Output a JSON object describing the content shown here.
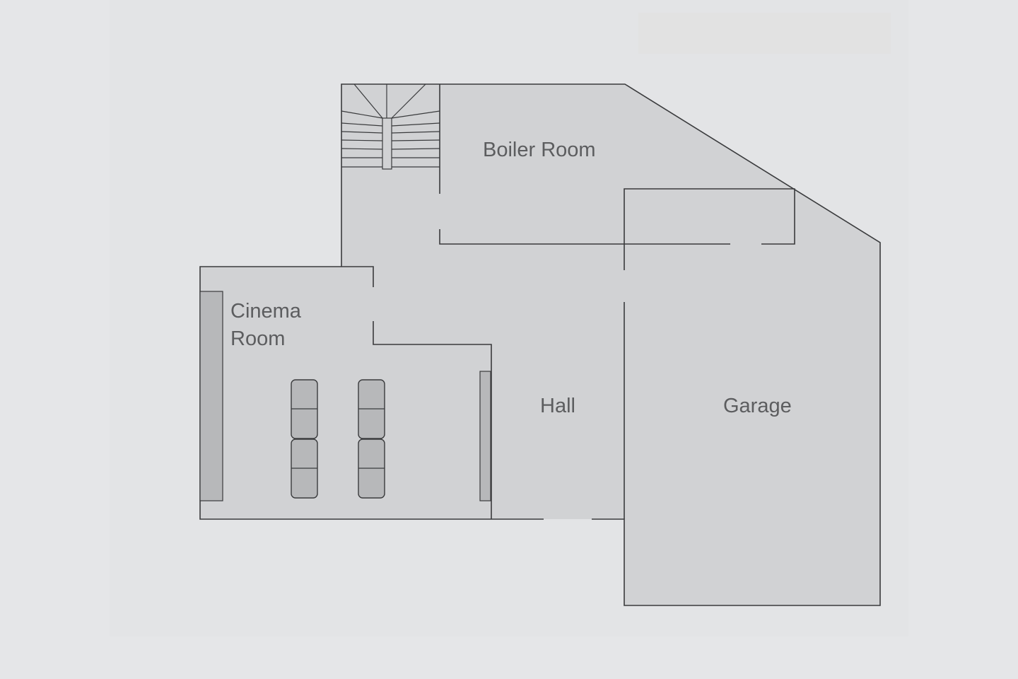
{
  "rooms": {
    "boiler": "Boiler Room",
    "cinema_line1": "Cinema",
    "cinema_line2": "Room",
    "hall": "Hall",
    "garage": "Garage"
  },
  "colors": {
    "background": "#e5e6e8",
    "floor": "#d1d2d4",
    "furniture": "#b7b8ba",
    "wall": "#3a3b3d",
    "label": "#5c5d5f"
  }
}
